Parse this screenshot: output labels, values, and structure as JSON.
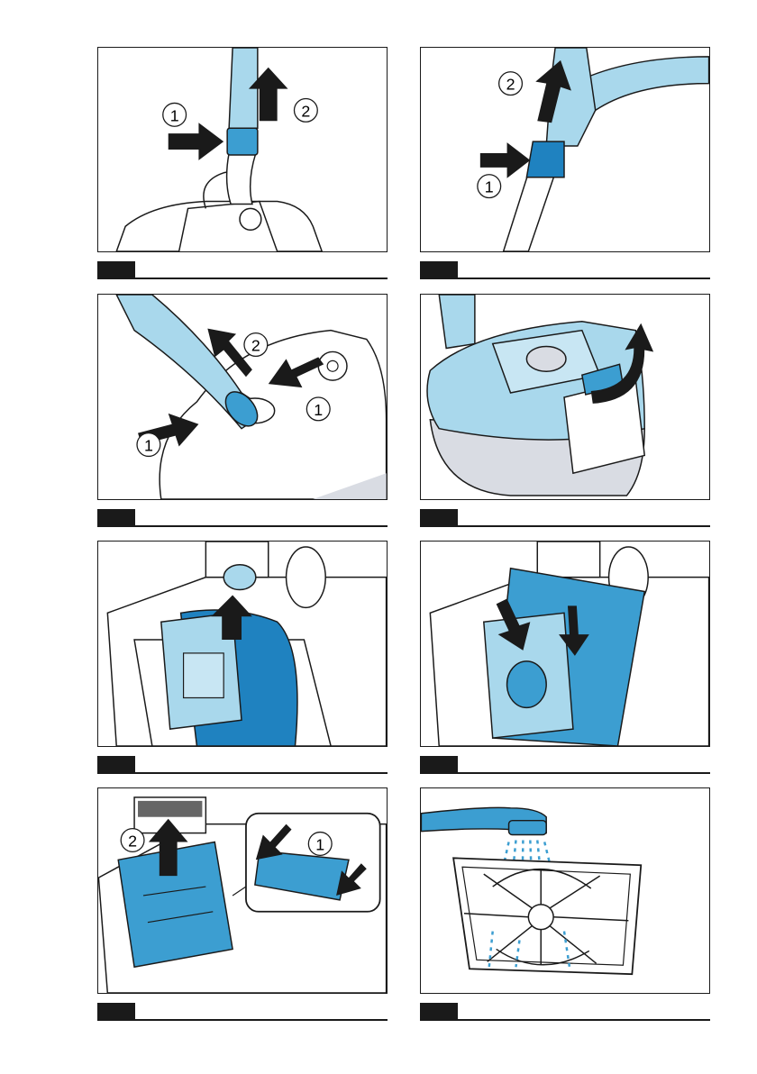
{
  "figures": [
    {
      "id": "fig-1",
      "steps": [
        "1",
        "2"
      ]
    },
    {
      "id": "fig-2",
      "steps": [
        "2",
        "1"
      ]
    },
    {
      "id": "fig-3",
      "steps": [
        "2",
        "1",
        "1"
      ]
    },
    {
      "id": "fig-4",
      "steps": []
    },
    {
      "id": "fig-5",
      "steps": []
    },
    {
      "id": "fig-6",
      "steps": []
    },
    {
      "id": "fig-7",
      "steps": [
        "2",
        "1"
      ]
    },
    {
      "id": "fig-8",
      "steps": []
    }
  ],
  "colors": {
    "light_blue": "#a9d8ec",
    "mid_blue": "#3c9ed1",
    "dark_blue": "#1f82c0",
    "outline": "#1a1a1a",
    "grey": "#d9dce3"
  },
  "icons": [
    "arrow-icon",
    "step-number-icon"
  ]
}
